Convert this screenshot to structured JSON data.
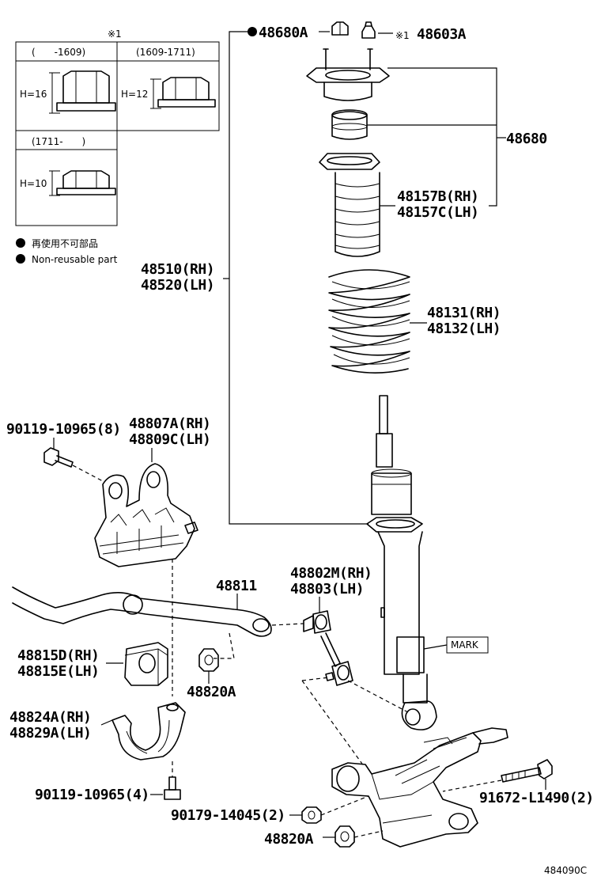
{
  "note": {
    "marker": "※1",
    "col1": "(　　-1609)",
    "col2": "(1609-1711)",
    "col3": "(1711-　　)",
    "h16": "H=16",
    "h12": "H=12",
    "h10": "H=10",
    "legend_jp": "再使用不可部品",
    "legend_en": "Non-reusable part"
  },
  "parts": {
    "p48680A": "48680A",
    "p48603A_marker": "※1",
    "p48603A": "48603A",
    "p48680": "48680",
    "p48157B": "48157B(RH)",
    "p48157C": "48157C(LH)",
    "p48510": "48510(RH)",
    "p48520": "48520(LH)",
    "p48131": "48131(RH)",
    "p48132": "48132(LH)",
    "p90119a": "90119-10965(8)",
    "p48807A": "48807A(RH)",
    "p48809C": "48809C(LH)",
    "p48811": "48811",
    "p48802M": "48802M(RH)",
    "p48803": "48803(LH)",
    "mark": "MARK",
    "p48815D": "48815D(RH)",
    "p48815E": "48815E(LH)",
    "p48820A_1": "48820A",
    "p48824A": "48824A(RH)",
    "p48829A": "48829A(LH)",
    "p90119b": "90119-10965(4)",
    "p90179": "90179-14045(2)",
    "p91672": "91672-L1490(2)",
    "p48820A_2": "48820A",
    "diagram_id": "484090C"
  }
}
